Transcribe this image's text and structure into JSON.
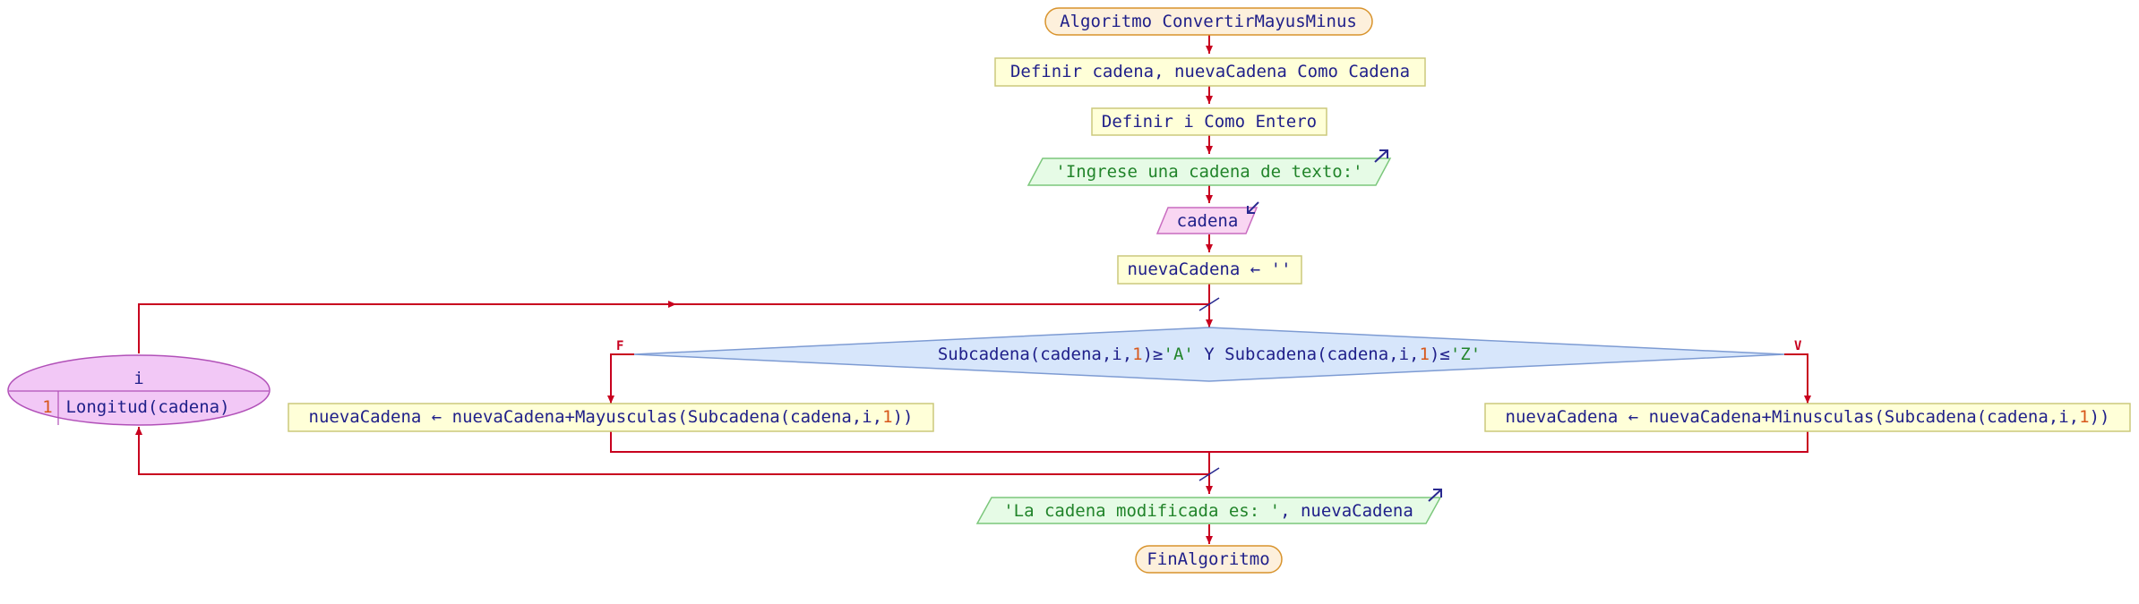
{
  "colors": {
    "edge": "#c8001e",
    "terminal_fill": "#fdf0dc",
    "terminal_stroke": "#d8932c",
    "process_fill": "#ffffd8",
    "process_stroke": "#cbc97c",
    "output_fill": "#e6fbe6",
    "output_stroke": "#7cc77c",
    "input_fill": "#f9d6f2",
    "input_stroke": "#c96cc0",
    "decision_fill": "#d7e6fb",
    "decision_stroke": "#7d9bd3",
    "loop_fill": "#f2c8f6",
    "loop_stroke": "#b150b8",
    "text_ident": "#20208a",
    "text_string": "#21842a",
    "text_number": "#d7571a",
    "text_keyword": "#20208a"
  },
  "icons": {
    "output": "output-arrow-icon",
    "input": "input-arrow-icon"
  },
  "nodes": {
    "start": [
      {
        "t": "Algoritmo ConvertirMayusMinus",
        "c": "ident"
      }
    ],
    "def_strings": [
      {
        "t": "Definir cadena, nuevaCadena Como Cadena",
        "c": "ident"
      }
    ],
    "def_int": [
      {
        "t": "Definir i Como Entero",
        "c": "ident"
      }
    ],
    "prompt": [
      {
        "t": "'Ingrese una cadena de texto:'",
        "c": "string"
      }
    ],
    "read": [
      {
        "t": "cadena",
        "c": "ident"
      }
    ],
    "init": [
      {
        "t": "nuevaCadena ← ''",
        "c": "ident"
      }
    ],
    "cond": [
      {
        "t": "Subcadena(cadena,i,",
        "c": "ident"
      },
      {
        "t": "1",
        "c": "number"
      },
      {
        "t": ")≥",
        "c": "ident"
      },
      {
        "t": "'A'",
        "c": "string"
      },
      {
        "t": " Y Subcadena(cadena,i,",
        "c": "ident"
      },
      {
        "t": "1",
        "c": "number"
      },
      {
        "t": ")≤",
        "c": "ident"
      },
      {
        "t": "'Z'",
        "c": "string"
      }
    ],
    "branch_false": [
      {
        "t": "nuevaCadena ← nuevaCadena+Mayusculas(Subcadena(cadena,i,",
        "c": "ident"
      },
      {
        "t": "1",
        "c": "number"
      },
      {
        "t": "))",
        "c": "ident"
      }
    ],
    "branch_true": [
      {
        "t": "nuevaCadena ← nuevaCadena+Minusculas(Subcadena(cadena,i,",
        "c": "ident"
      },
      {
        "t": "1",
        "c": "number"
      },
      {
        "t": "))",
        "c": "ident"
      }
    ],
    "result": [
      {
        "t": "'La cadena modificada es: '",
        "c": "string"
      },
      {
        "t": ", nuevaCadena",
        "c": "ident"
      }
    ],
    "end": [
      {
        "t": "FinAlgoritmo",
        "c": "ident"
      }
    ]
  },
  "loop": {
    "var": "i",
    "start": "1",
    "limit": "Longitud(cadena)"
  },
  "labels": {
    "false": "F",
    "true": "V"
  }
}
